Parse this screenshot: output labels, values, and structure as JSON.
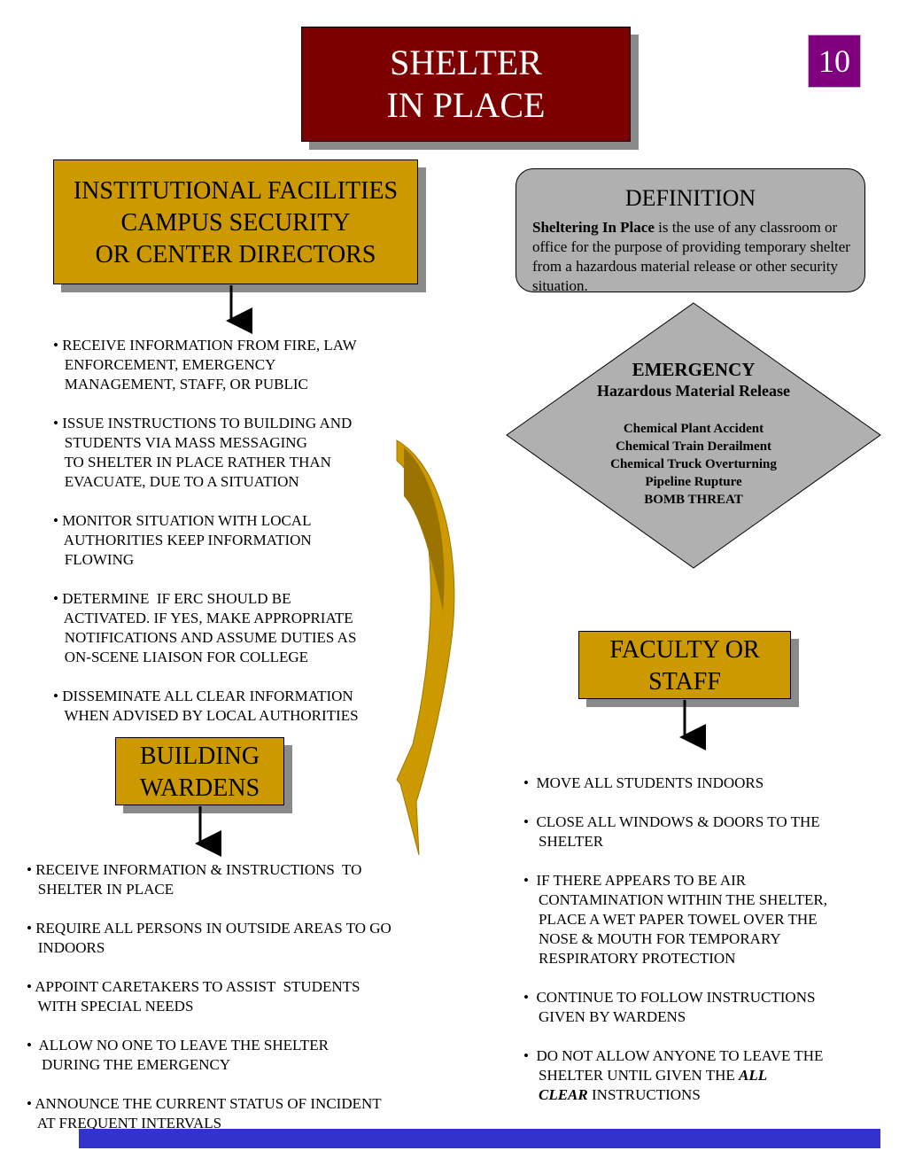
{
  "title": {
    "line1": "SHELTER",
    "line2": "IN PLACE"
  },
  "page_number": "10",
  "institutional": {
    "line1": "INSTITUTIONAL FACILITIES",
    "line2": "CAMPUS SECURITY",
    "line3": "OR CENTER DIRECTORS",
    "items": [
      "• RECEIVE INFORMATION FROM FIRE, LAW\n   ENFORCEMENT, EMERGENCY\n   MANAGEMENT, STAFF, OR PUBLIC",
      "• ISSUE INSTRUCTIONS TO BUILDING AND\n   STUDENTS VIA MASS MESSAGING\n   TO SHELTER IN PLACE RATHER THAN\n   EVACUATE, DUE TO A SITUATION",
      "• MONITOR SITUATION WITH LOCAL\n   AUTHORITIES KEEP INFORMATION\n   FLOWING",
      "• DETERMINE  IF ERC SHOULD BE\n   ACTIVATED. IF YES, MAKE APPROPRIATE\n   NOTIFICATIONS AND ASSUME DUTIES AS\n   ON-SCENE LIAISON FOR COLLEGE",
      "• DISSEMINATE ALL CLEAR INFORMATION\n   WHEN ADVISED BY LOCAL AUTHORITIES"
    ]
  },
  "definition": {
    "title": "DEFINITION",
    "term": "Sheltering In Place",
    "text": " is the use of any classroom or office for the purpose of providing temporary shelter from a hazardous material release or other security situation."
  },
  "emergency": {
    "title": "EMERGENCY",
    "subtitle": "Hazardous Material Release",
    "items": [
      "Chemical Plant Accident",
      "Chemical Train Derailment",
      "Chemical Truck Overturning",
      "Pipeline Rupture",
      "BOMB THREAT"
    ]
  },
  "faculty": {
    "line1": "FACULTY OR",
    "line2": "STAFF",
    "items": [
      "•  MOVE ALL STUDENTS INDOORS",
      "•  CLOSE ALL WINDOWS & DOORS TO THE\n    SHELTER",
      "•  IF THERE APPEARS TO BE AIR\n    CONTAMINATION WITHIN THE SHELTER,\n    PLACE A WET PAPER TOWEL OVER THE\n    NOSE & MOUTH FOR TEMPORARY\n    RESPIRATORY PROTECTION",
      "•  CONTINUE TO FOLLOW INSTRUCTIONS\n    GIVEN BY WARDENS"
    ],
    "last_item_prefix": "•  DO NOT ALLOW ANYONE TO LEAVE THE\n    SHELTER UNTIL GIVEN THE ",
    "last_item_emph": "ALL\n    CLEAR",
    "last_item_suffix": " INSTRUCTIONS"
  },
  "wardens": {
    "line1": "BUILDING",
    "line2": "WARDENS",
    "items": [
      "• RECEIVE INFORMATION & INSTRUCTIONS  TO\n   SHELTER IN PLACE",
      "• REQUIRE ALL PERSONS IN OUTSIDE AREAS TO GO\n   INDOORS",
      "• APPOINT CARETAKERS TO ASSIST  STUDENTS\n   WITH SPECIAL NEEDS",
      "•  ALLOW NO ONE TO LEAVE THE SHELTER\n    DURING THE EMERGENCY",
      "• ANNOUNCE THE CURRENT STATUS OF INCIDENT\n   AT FREQUENT INTERVALS"
    ]
  },
  "colors": {
    "title_bg": "#7d0000",
    "gold": "#cc9900",
    "purple": "#800080",
    "gray": "#b0b0b0",
    "blue_bar": "#3333cc"
  }
}
